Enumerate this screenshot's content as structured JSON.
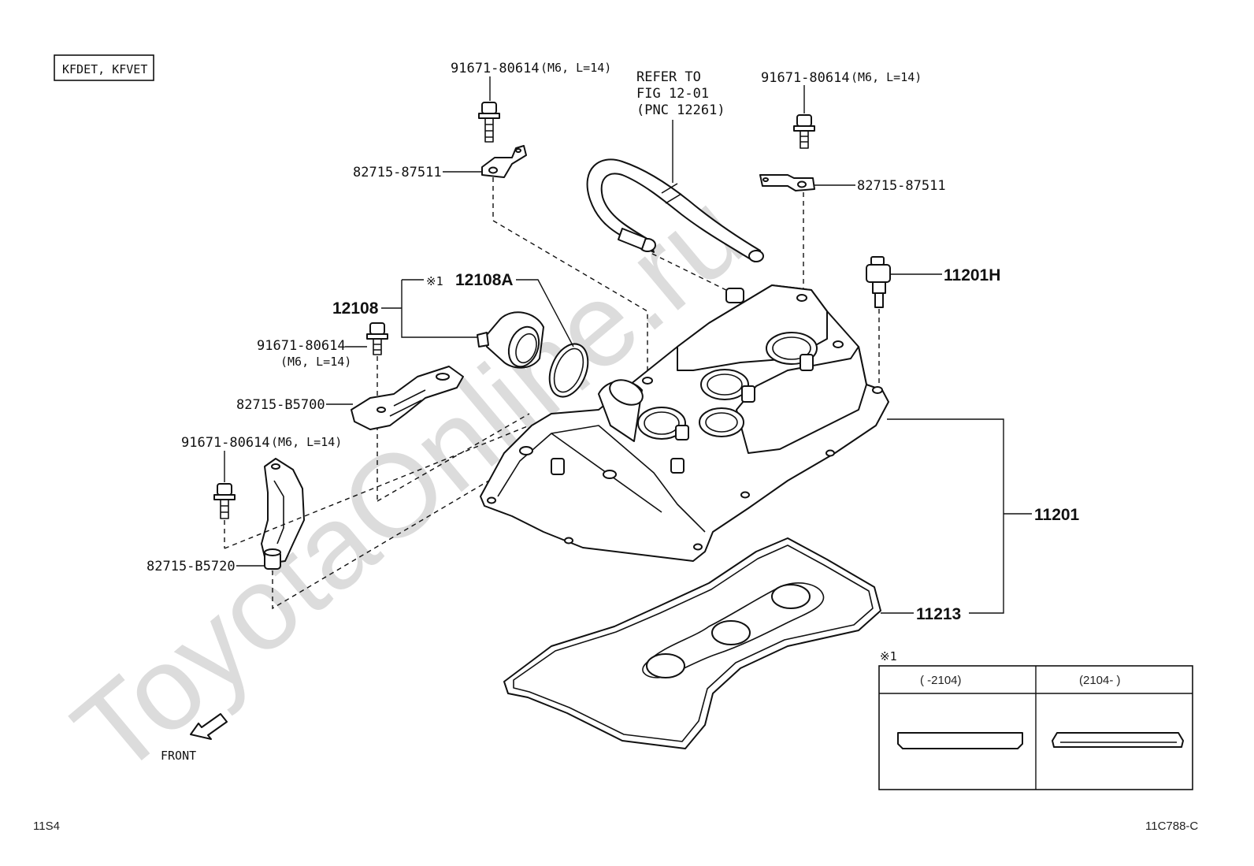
{
  "engine_tag": "KFDET, KFVET",
  "watermark": "ToyotaOnline.ru",
  "labels": {
    "bolt_top_left": "91671-80614",
    "bolt_top_left_spec": "(M6, L=14)",
    "refer_line1": "REFER TO",
    "refer_line2": "FIG 12-01",
    "refer_line3": "(PNC 12261)",
    "bolt_top_right": "91671-80614",
    "bolt_top_right_spec": "(M6, L=14)",
    "bracket_top_left": "82715-87511",
    "bracket_top_right": "82715-87511",
    "oil_cap_note": "※1",
    "oil_cap_gasket": "12108A",
    "oil_cap": "12108",
    "plug": "11201H",
    "bolt_mid_left": "91671-80614",
    "bolt_mid_left_spec": "(M6, L=14)",
    "bracket_mid_left": "82715-B5700",
    "bolt_low_left": "91671-80614",
    "bolt_low_left_spec": "(M6, L=14)",
    "bracket_low_left": "82715-B5720",
    "cover_assy": "11201",
    "cover_gasket": "11213",
    "front": "FRONT"
  },
  "variant_table": {
    "note": "※1",
    "columns": [
      "(      -2104)",
      "(2104-      )"
    ]
  },
  "footer": {
    "left_code": "11S4",
    "right_code": "11C788-C"
  }
}
